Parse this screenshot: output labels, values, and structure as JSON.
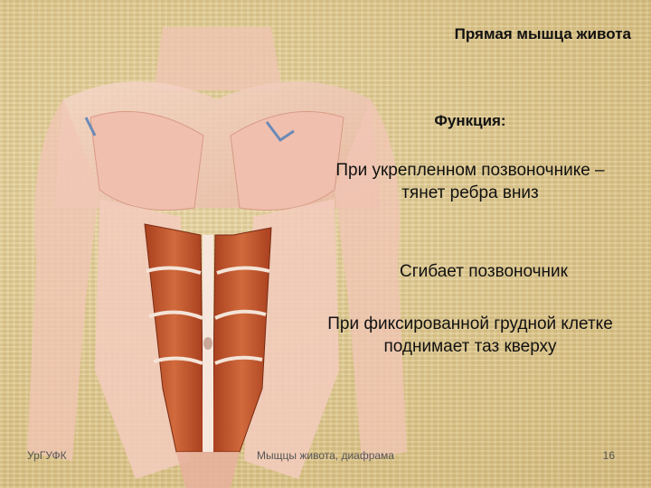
{
  "slide": {
    "title": "Прямая мышца живота",
    "function_heading": "Функция:",
    "functions": [
      "При укрепленном позвоночнике – тянет ребра вниз",
      "Сгибает позвоночник",
      "При фиксированной грудной клетке поднимает таз кверху"
    ]
  },
  "footer": {
    "left": "УрГУФК",
    "center": "Мыщцы живота, диафрама",
    "page_number": "16"
  },
  "colors": {
    "background": "#e3cd93",
    "muscle_red": "#c2552c",
    "muscle_pale": "#f3cbbd"
  },
  "illustration": {
    "icon": "anatomy-torso-muscles-illustration"
  }
}
